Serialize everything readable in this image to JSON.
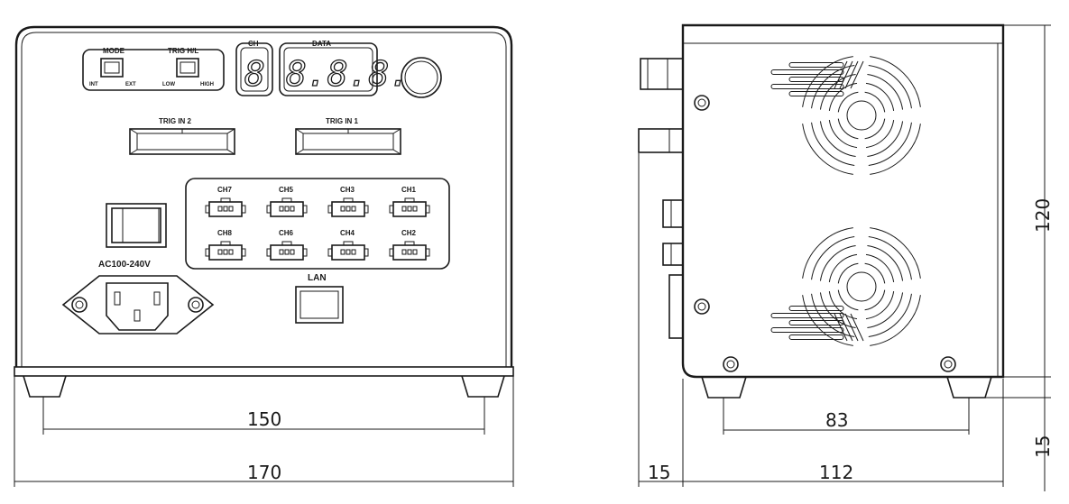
{
  "front_panel": {
    "mode": {
      "title": "MODE",
      "left": "INT",
      "right": "EXT"
    },
    "trig": {
      "title": "TRIG H/L",
      "left": "LOW",
      "right": "HIGH"
    },
    "ch_display": {
      "title": "CH",
      "digits": "8"
    },
    "data_display": {
      "title": "DATA",
      "digits": "8.8.8."
    },
    "trig_in_2": "TRIG  IN 2",
    "trig_in_1": "TRIG  IN 1",
    "channels_top": [
      "CH7",
      "CH5",
      "CH3",
      "CH1"
    ],
    "channels_bottom": [
      "CH8",
      "CH6",
      "CH4",
      "CH2"
    ],
    "power_label": "AC100-240V",
    "lan_label": "LAN"
  },
  "dimensions": {
    "front_inner": "150",
    "front_overall": "170",
    "side_feet": "83",
    "side_depth": "112",
    "side_protrusion": "15",
    "side_height": "120",
    "side_foot_height": "15"
  }
}
